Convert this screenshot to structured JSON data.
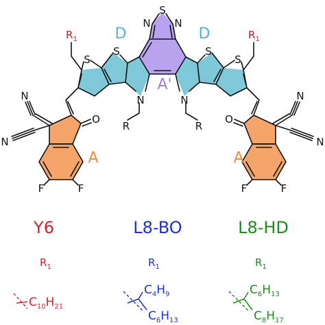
{
  "structure": {
    "atoms": {
      "S": "S",
      "N": "N",
      "O": "O",
      "F": "F",
      "R": "R",
      "R1_base": "R",
      "R1_sub": "1"
    },
    "unit_labels": {
      "donor": "D",
      "acceptor_core": "A'",
      "acceptor_end": "A"
    },
    "colors": {
      "donor": "#7ec8d8",
      "acceptor_core": "#b9a2f0",
      "acceptor_end": "#f5a46a",
      "donor_text": "#4ab8c9",
      "core_text": "#9a7fe0",
      "end_text": "#f08a3c",
      "r1_text": "#c8202c"
    }
  },
  "molecules": [
    {
      "name": "Y6",
      "color": "#d6202c",
      "r1_label": "R",
      "r1_sub": "1",
      "chain": [
        {
          "t": "C",
          "s": "10"
        },
        {
          "t": "H",
          "s": "21"
        }
      ]
    },
    {
      "name": "L8-BO",
      "color": "#1f2fd0",
      "r1_label": "R",
      "r1_sub": "1",
      "chain_top": [
        {
          "t": "C",
          "s": "4"
        },
        {
          "t": "H",
          "s": "9"
        }
      ],
      "chain_bottom": [
        {
          "t": "C",
          "s": "6"
        },
        {
          "t": "H",
          "s": "13"
        }
      ]
    },
    {
      "name": "L8-HD",
      "color": "#1e8a1e",
      "r1_label": "R",
      "r1_sub": "1",
      "chain_top": [
        {
          "t": "C",
          "s": "6"
        },
        {
          "t": "H",
          "s": "13"
        }
      ],
      "chain_bottom": [
        {
          "t": "C",
          "s": "8"
        },
        {
          "t": "H",
          "s": "17"
        }
      ]
    }
  ]
}
